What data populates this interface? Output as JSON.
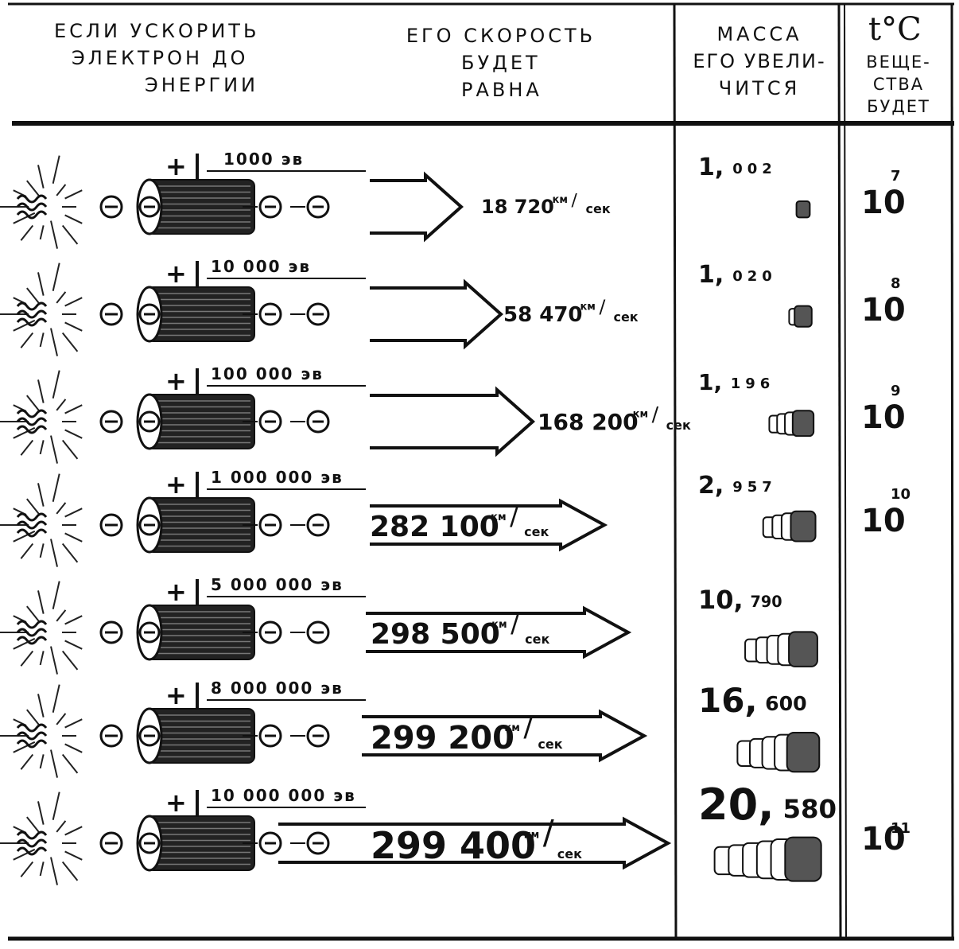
{
  "headers": {
    "energy": [
      "ЕСЛИ УСКОРИТЬ",
      "ЭЛЕКТРОН ДО",
      "ЭНЕРГИИ"
    ],
    "speed": [
      "ЕГО СКОРОСТЬ",
      "БУДЕТ",
      "РАВНА"
    ],
    "mass": [
      "МАССА",
      "ЕГО УВЕЛИ-",
      "ЧИТСЯ"
    ],
    "temp_symbol": "t°C",
    "temp": [
      "ВЕЩЕ-",
      "СТВА",
      "БУДЕТ"
    ]
  },
  "plus_sign": "+",
  "minus_sign": "⊖",
  "temp_base": "10",
  "unit_num": "км",
  "unit_den": "сек",
  "rows": [
    {
      "energy": "1000 эв",
      "speed": "18 720",
      "mass_int": "1,",
      "mass_frac": "002",
      "temp_exp": "7"
    },
    {
      "energy": "10 000 эв",
      "speed": "58 470",
      "mass_int": "1,",
      "mass_frac": "020",
      "temp_exp": "8"
    },
    {
      "energy": "100 000 эв",
      "speed": "168 200",
      "mass_int": "1,",
      "mass_frac": "196",
      "temp_exp": "9"
    },
    {
      "energy": "1 000 000 эв",
      "speed": "282 100",
      "mass_int": "2,",
      "mass_frac": "957",
      "temp_exp": "10"
    },
    {
      "energy": "5 000 000 эв",
      "speed": "298 500",
      "mass_int": "10,",
      "mass_frac": "790",
      "temp_exp": ""
    },
    {
      "energy": "8 000 000 эв",
      "speed": "299 200",
      "mass_int": "16,",
      "mass_frac": "600",
      "temp_exp": ""
    },
    {
      "energy": "10 000 000 эв",
      "speed": "299 400",
      "mass_int": "20,",
      "mass_frac": "580",
      "temp_exp": "11"
    }
  ]
}
